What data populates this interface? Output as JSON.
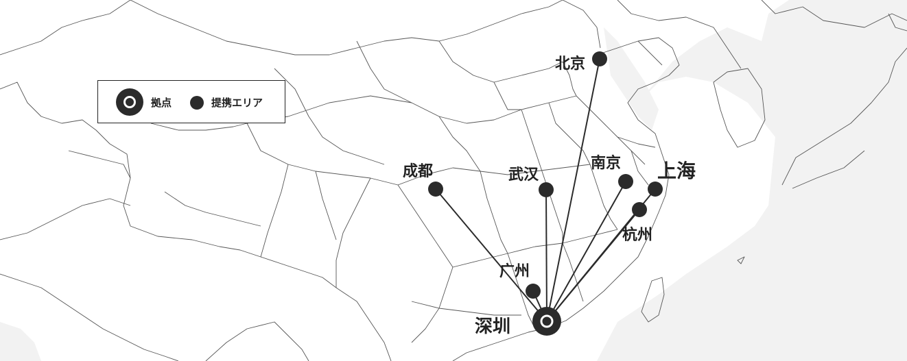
{
  "legend": {
    "hub_label": "拠点",
    "partner_label": "提携エリア"
  },
  "hub": {
    "name": "深圳",
    "icon": "hub-ring-icon"
  },
  "partners": [
    {
      "id": "beijing",
      "name": "北京"
    },
    {
      "id": "chengdu",
      "name": "成都"
    },
    {
      "id": "wuhan",
      "name": "武汉"
    },
    {
      "id": "nanjing",
      "name": "南京"
    },
    {
      "id": "shanghai",
      "name": "上海"
    },
    {
      "id": "hangzhou",
      "name": "杭州"
    },
    {
      "id": "guangzhou",
      "name": "广州"
    }
  ],
  "colors": {
    "marker": "#2b2b2b",
    "land": "#ffffff",
    "sea": "#f2f2f2",
    "border": "#555555"
  }
}
